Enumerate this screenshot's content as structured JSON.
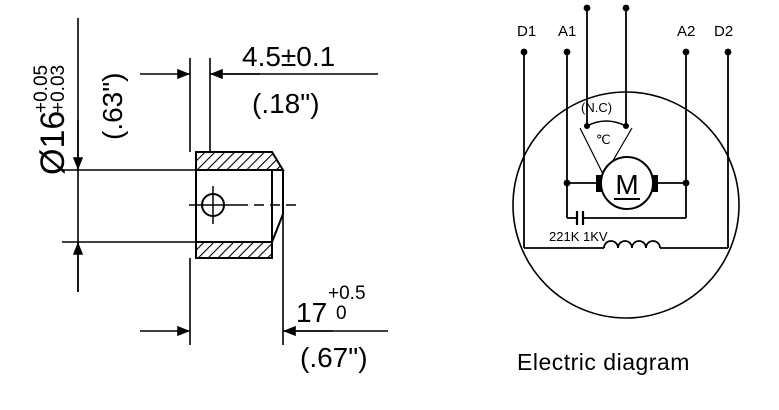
{
  "mechanical": {
    "shaft_diameter": {
      "symbol": "Ø16",
      "tol_upper": "+0.05",
      "tol_lower": "+0.03",
      "imperial": "(.63\")"
    },
    "flat_width": {
      "value": "4.5±0.1",
      "imperial": "(.18\")"
    },
    "shaft_length": {
      "value": "17",
      "tol_upper": "+0.5",
      "tol_lower": "0",
      "imperial": "(.67\")"
    }
  },
  "electric": {
    "terminals": [
      "D1",
      "A1",
      "A2",
      "D2"
    ],
    "thermal_switch_label": "(N.C)",
    "temperature_symbol": "℃",
    "motor_symbol": "M",
    "capacitor_label": "221K 1KV",
    "caption": "Electric diagram"
  }
}
